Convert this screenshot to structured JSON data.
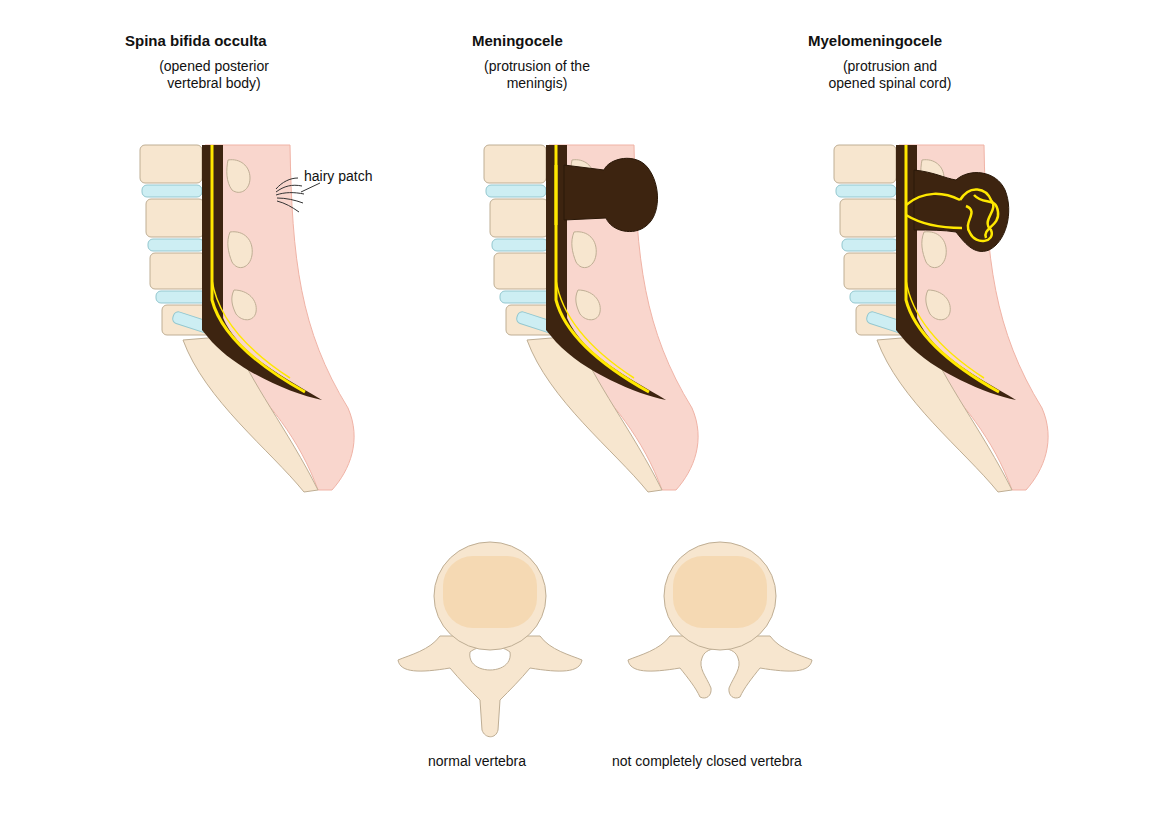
{
  "diagram": {
    "labels": [
      "Spina bifida occulta",
      "(opened posterior vertebral body)",
      "hairy patch",
      "Meningocele",
      "(protrusion of the meningis)",
      "Myelomeningocele",
      "(protrusion and opened spinal cord)",
      "normal vertebra",
      "not completely closed vertebra"
    ]
  }
}
